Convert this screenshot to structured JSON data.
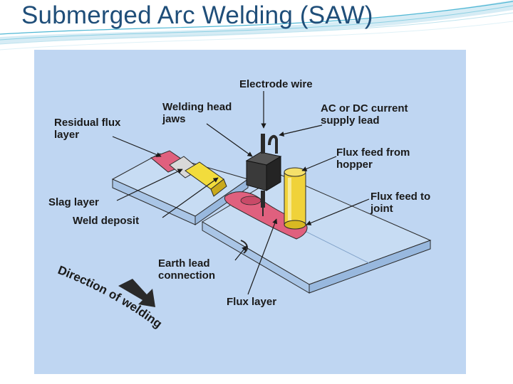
{
  "slide": {
    "title": "Submerged Arc Welding (SAW)"
  },
  "diagram": {
    "labels": {
      "electrode_wire": "Electrode wire",
      "welding_head_jaws": [
        "Welding head",
        "jaws"
      ],
      "residual_flux_layer": [
        "Residual flux",
        "layer"
      ],
      "current_supply_lead": [
        "AC or DC current",
        "supply lead"
      ],
      "flux_feed_from_hopper": [
        "Flux feed from",
        "hopper"
      ],
      "slag_layer": "Slag layer",
      "weld_deposit": "Weld deposit",
      "flux_feed_to_joint": [
        "Flux feed to",
        "joint"
      ],
      "earth_lead_connection": [
        "Earth lead",
        "connection"
      ],
      "flux_layer": "Flux layer",
      "direction_of_welding": "Direction of welding"
    }
  },
  "colors": {
    "title": "#1f4e79",
    "panel_background": "#bfd6f2",
    "plate_top": "#c7dcf3",
    "plate_side": "#a9c5e6",
    "weld_pool": "#e0607e",
    "slag": "#f2dc3c",
    "hopper": "#f0d23a",
    "head": "#3a3a3a"
  }
}
